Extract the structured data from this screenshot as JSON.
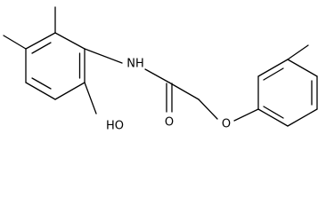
{
  "molecule": {
    "atom_labels": {
      "nh": "NH",
      "oh": "HO",
      "carbonyl_o": "O",
      "ether_o": "O"
    },
    "colors": {
      "bond": "#000000",
      "label": "#000000",
      "background": "#ffffff"
    }
  }
}
